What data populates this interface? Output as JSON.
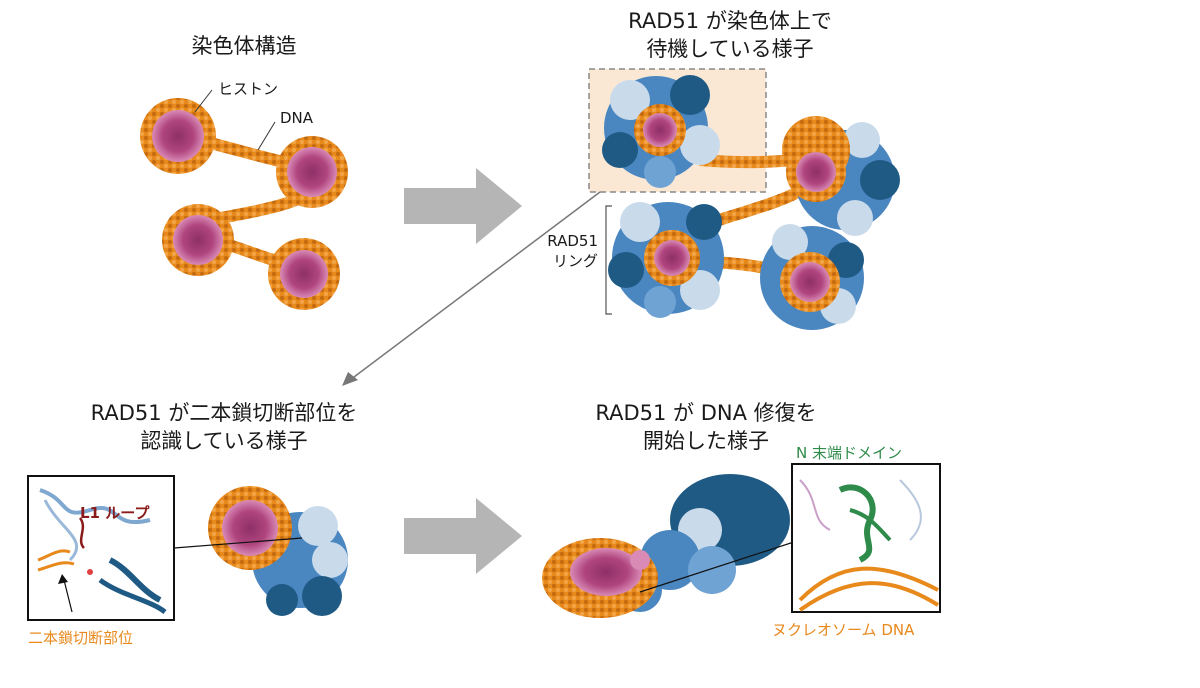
{
  "panels": {
    "chromatin": {
      "title": "染色体構造",
      "histone_label": "ヒストン",
      "dna_label": "DNA"
    },
    "waiting": {
      "title_line1": "RAD51 が染色体上で",
      "title_line2": "待機している様子",
      "ring_label_line1": "RAD51",
      "ring_label_line2": "リング"
    },
    "recognition": {
      "title_line1": "RAD51 が二本鎖切断部位を",
      "title_line2": "認識している様子",
      "loop_label": "L1 ループ",
      "dsb_label": "二本鎖切断部位"
    },
    "repair": {
      "title_line1": "RAD51 が DNA 修復を",
      "title_line2": "開始した様子",
      "n_term_label": "N 末端ドメイン",
      "nucleosome_dna_label": "ヌクレオソーム DNA"
    }
  },
  "colors": {
    "dna_orange": "#e8891c",
    "histone_magenta": "#b0457e",
    "histone_pink": "#d98bb6",
    "rad51_dark_blue": "#1f5a85",
    "rad51_mid_blue": "#4a86c0",
    "rad51_light_blue": "#c9dbeb",
    "arrow_gray": "#b5b5b5",
    "n_term_green": "#2e8b4a"
  }
}
